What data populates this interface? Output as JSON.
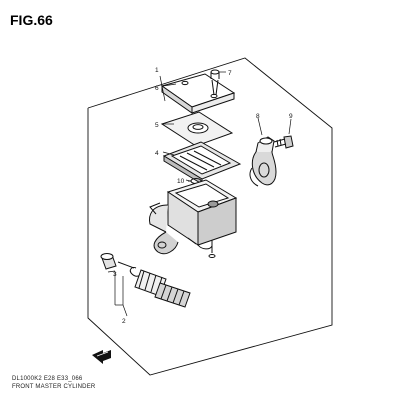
{
  "figure": {
    "title": "FIG.66",
    "code": "DL1000K2 E28 E33_066",
    "name": "FRONT MASTER CYLINDER"
  },
  "callouts": {
    "c1": "1",
    "c2": "2",
    "c3": "3",
    "c4": "4",
    "c5": "5",
    "c6": "6",
    "c7": "7",
    "c8": "8",
    "c9": "9",
    "c10": "10"
  },
  "front_arrow_icon": "front-arrow-icon"
}
